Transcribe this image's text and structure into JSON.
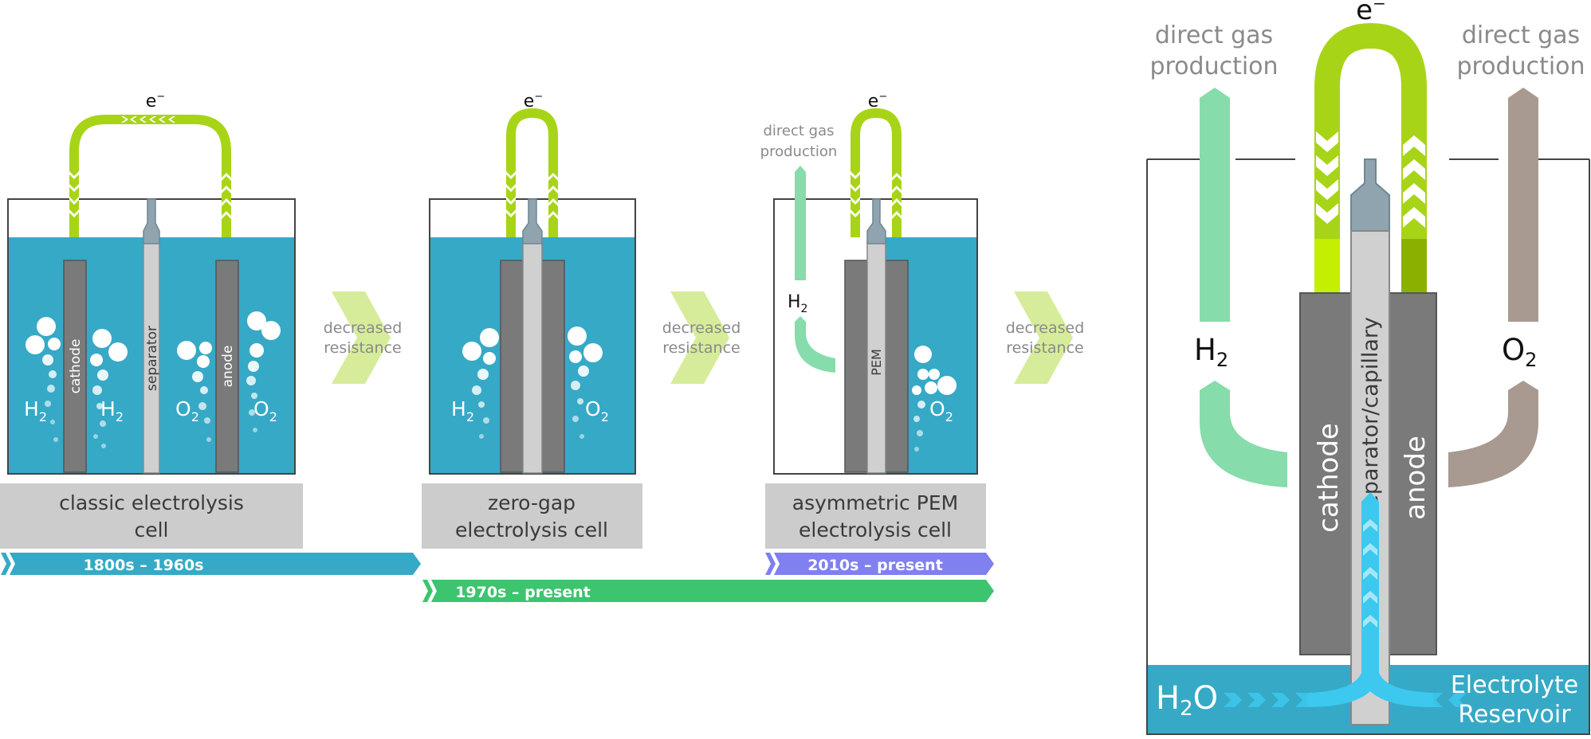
{
  "colors": {
    "electrolyte": "#36a9c6",
    "electrode": "#7a7a7a",
    "separator": "#d0d0d0",
    "separator_cap": "#8fa4ae",
    "wire": "#a8d418",
    "wire_dark": "#8ab000",
    "arrow_fade": "#d6ec9a",
    "h2_gas": "#86dcaa",
    "o2_gas": "#a89a90",
    "label_box": "#cccccc",
    "bar_blue": "#36a9c6",
    "bar_green": "#3cc46e",
    "bar_purple": "#8080f0",
    "capillary_flow": "#3cc8ef"
  },
  "cells": {
    "classic": {
      "label_line1": "classic electrolysis",
      "label_line2": "cell",
      "electron": "e",
      "cathode": "cathode",
      "anode": "anode",
      "separator": "separator",
      "h2_left": "H",
      "h2_right": "H",
      "o2_left": "O",
      "o2_right": "O",
      "subscript": "2"
    },
    "zero_gap": {
      "label_line1": "zero-gap",
      "label_line2": "electrolysis cell",
      "electron": "e",
      "h2": "H",
      "o2": "O",
      "subscript": "2"
    },
    "asymmetric": {
      "label_line1": "asymmetric PEM",
      "label_line2": "electrolysis cell",
      "electron": "e",
      "pem": "PEM",
      "direct_line1": "direct gas",
      "direct_line2": "production",
      "h2": "H",
      "o2": "O",
      "subscript": "2"
    },
    "capillary": {
      "electron": "e",
      "direct_left_line1": "direct gas",
      "direct_left_line2": "production",
      "direct_right_line1": "direct gas",
      "direct_right_line2": "production",
      "h2": "H",
      "o2": "O",
      "subscript": "2",
      "cathode": "cathode",
      "anode": "anode",
      "separator": "separator/capillary",
      "water": "H",
      "water_o": "O",
      "reservoir_line1": "Electrolyte",
      "reservoir_line2": "Reservoir"
    }
  },
  "transitions": [
    {
      "line1": "decreased",
      "line2": "resistance"
    },
    {
      "line1": "decreased",
      "line2": "resistance"
    },
    {
      "line1": "decreased",
      "line2": "resistance"
    }
  ],
  "timeline": {
    "era1": "1800s – 1960s",
    "era2": "1970s – present",
    "era3": "2010s – present"
  }
}
